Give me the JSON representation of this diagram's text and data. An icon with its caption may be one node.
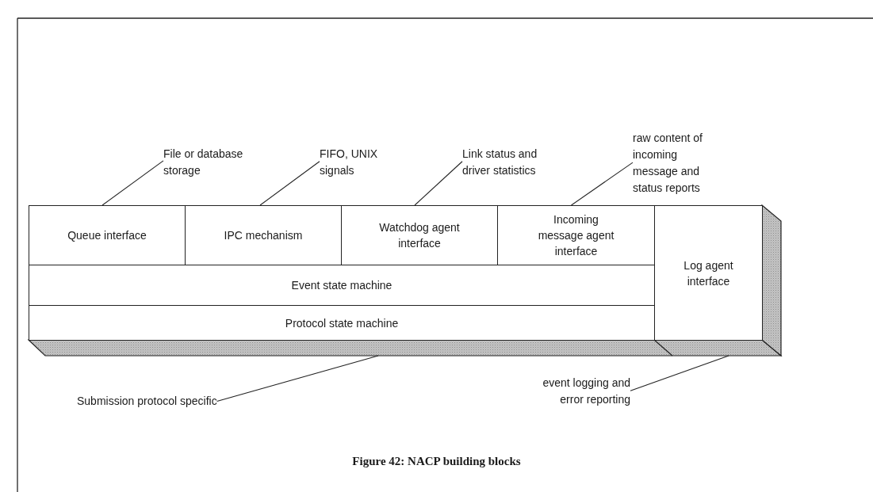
{
  "diagram": {
    "caption": "Figure 42: NACP building blocks",
    "nodes": [
      {
        "text": [
          "Queue interface"
        ]
      },
      {
        "text": [
          "IPC mechanism"
        ]
      },
      {
        "text": [
          "Watchdog agent interface"
        ]
      },
      {
        "text": [
          "Incoming message agent interface"
        ]
      },
      {
        "text": [
          "Event state machine"
        ]
      },
      {
        "text": [
          "Protocol state machine"
        ]
      },
      {
        "text": [
          "Log agent interface"
        ]
      },
      {
        "text": [
          "File or database storage"
        ]
      },
      {
        "text": [
          "FIFO, UNIX signals"
        ]
      },
      {
        "text": [
          "Link status and driver statistics"
        ]
      },
      {
        "text": [
          "raw content of incoming message and status reports"
        ]
      },
      {
        "text": [
          "Submission protocol specific"
        ]
      },
      {
        "text": [
          "event logging and error reporting"
        ]
      }
    ],
    "edges": [
      {
        "from": 7,
        "to": 0,
        "arrow": "none"
      },
      {
        "from": 8,
        "to": 1,
        "arrow": "none"
      },
      {
        "from": 9,
        "to": 2,
        "arrow": "none"
      },
      {
        "from": 10,
        "to": 3,
        "arrow": "none"
      },
      {
        "from": 11,
        "to": null,
        "arrow": "none"
      },
      {
        "from": 12,
        "to": null,
        "arrow": "none"
      }
    ]
  }
}
